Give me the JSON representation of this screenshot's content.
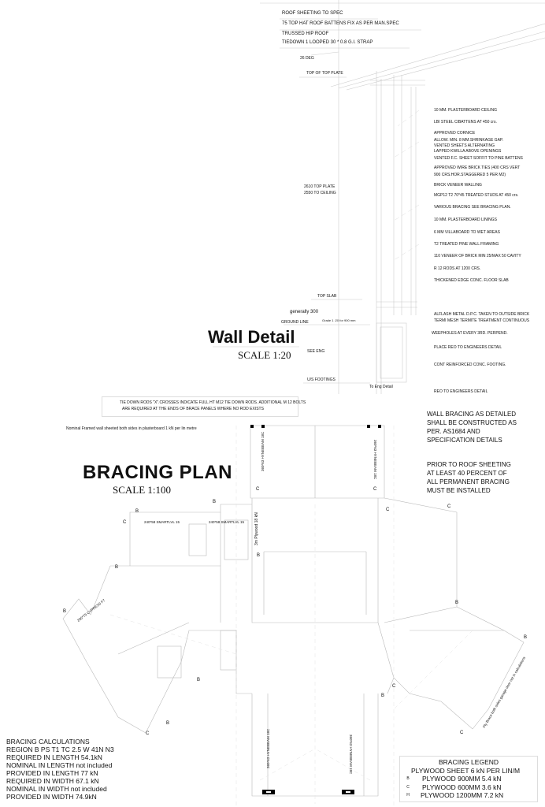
{
  "wall_detail": {
    "title": "Wall Detail",
    "scale": "SCALE 1:20",
    "roof_notes": [
      "ROOF SHEETING TO SPEC",
      "75 TOP HAT ROOF BATTENS FIX AS PER MAN.SPEC",
      "TRUSSED HIP ROOF",
      "TIEDOWN 1 LOOPED 30 * 0.8 G.I. STRAP"
    ],
    "pitch": "26 DEG",
    "top_of_top_plate": "TOP OF TOP PLATE",
    "heights": [
      "2610 TOP PLATE",
      "2550 TO CEILING"
    ],
    "top_slab": "TOP SLAB",
    "generally": "generally 300",
    "ground_line": "GROUND LINE",
    "grade": "Grade 1 :20 for 900 mm",
    "see_eng": "SEE ENG",
    "us_footings": "U/S FOOTINGS",
    "to_eng_detail": "To Eng Detail",
    "callouts": [
      "10 MM. PLASTERBOARD CEILING",
      "LBI STEEL CIBATTENS AT 450 crs.",
      "APPROVED CORNICE",
      "ALLOW. MIN. 8 MM.SHRINKAGE GAP.",
      "VENTED SHEETS ALTERNATING",
      "LAPPED KWILLA ABOVE OPENINGS",
      "VENTED F.C. SHEET SOFFIT TO PINE BATTENS",
      "APPROVED WIRE BRICK TIES (400 CRS VERT",
      "900 CRS.HOR.STAGGERED 5 PER M2)",
      "BRICK VENEER WALLING",
      "MGP12 T2 70*45 TREATED STUDS AT 450 crs.",
      "VARIOUS BRACING SEE BRACING PLAN.",
      "10 MM. PLASTERBOARD LININGS",
      "6 MM VILLABOARD TO WET AREAS",
      "T2 TREATED PINE WALL FRAMING",
      "110 VENEER OF BRICK MIN 25/MAX 50 CAVITY",
      "R 12 RODS AT 1200 CRS.",
      "THICKENED EDGE CONC. FLOOR SLAB",
      "ALFLASH METAL D.P.C. TAKEN TO OUTSIDE BRICK",
      "TERMI MESH TERMITE TREATMENT CONTINUOUS",
      "WEEPHOLES AT EVERY 3RD. PERPEND.",
      "PLACE REO TO ENGINEERS DETAIL",
      "CONT REINFORCED CONC. FOOTING.",
      "REO TO ENGINEERS DETAIL"
    ]
  },
  "tie_down_note": [
    "TIE DOWN RODS \"X\".CROSSES INDICATE FULL HT M12 TIE DOWN RODS. ADDITIONAL M 12 BOLTS",
    "ARE REQUIRED AT THE ENDS OF BRACE PANELS WHERE NO ROD EXISTS"
  ],
  "nominal_note": "Nominal Framed wall sheeted both sides in plasterboard 1 kN per lin metre",
  "bracing_plan": {
    "title": "BRACING PLAN",
    "scale": "SCALE 1:100",
    "notes_1": [
      "WALL BRACING AS DETAILED",
      "SHALL BE CONSTRUCTED AS",
      "PER. AS1684 AND",
      "SPECIFICATION DETAILS"
    ],
    "notes_2": [
      "PRIOR TO ROOF SHEETING",
      "AT LEAST 40 PERCENT OF",
      "ALL PERMANENT BRACING",
      "MUST BE INSTALLED"
    ],
    "labels": {
      "beam": "360*63 HYNEBEAM 18C",
      "lintel_1": "240*58 SMARTLVL 15",
      "lintel_2": "240*58 SMARTLVL 15",
      "lintel_3": "200*75 CYPRESS F7",
      "plywood": "3m Plywood 18 kN",
      "garage_note": "Ply Brace both sides garage door not in calculations",
      "c": "C",
      "b": "B"
    }
  },
  "calculations": [
    "BRACING CALCULATIONS",
    "REGION B PS T1 TC 2.5 W 41N  N3",
    "REQUIRED IN LENGTH 54.1kN",
    "NOMINAL IN LENGTH  not included",
    "PROVIDED IN LENGTH  77 kN",
    "REQUIRED IN WIDTH  67.1 kN",
    "NOMINAL IN WIDTH  not included",
    "PROVIDED IN WIDTH   74.9kN"
  ],
  "legend": {
    "title": "BRACING LEGEND",
    "subtitle": "PLYWOOD SHEET 6 kN PER LIN/M",
    "items": [
      {
        "key": "B",
        "label": "PLYWOOD 900MM 5.4 kN"
      },
      {
        "key": "C",
        "label": "PLYWOOD 600MM 3.6 kN"
      },
      {
        "key": "H",
        "label": "PLYWOOD 1200MM 7.2 kN"
      }
    ]
  }
}
